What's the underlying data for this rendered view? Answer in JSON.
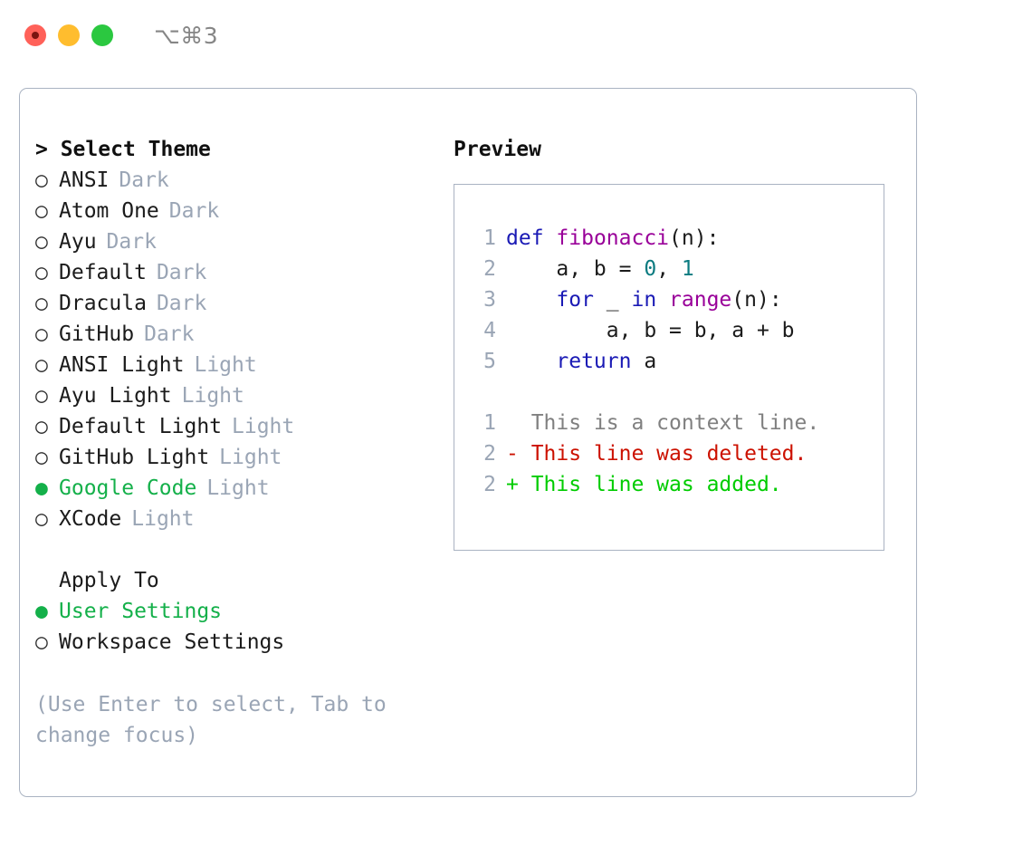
{
  "window": {
    "traffic_lights": [
      "close",
      "minimize",
      "zoom"
    ],
    "shortcut_label": "⌥⌘3"
  },
  "theme_section": {
    "title_prefix": "> ",
    "title": "Select Theme",
    "marker_unselected": "○",
    "marker_selected": "●",
    "items": [
      {
        "label": "ANSI",
        "badge": "Dark",
        "selected": false
      },
      {
        "label": "Atom One",
        "badge": "Dark",
        "selected": false
      },
      {
        "label": "Ayu",
        "badge": "Dark",
        "selected": false
      },
      {
        "label": "Default",
        "badge": "Dark",
        "selected": false
      },
      {
        "label": "Dracula",
        "badge": "Dark",
        "selected": false
      },
      {
        "label": "GitHub",
        "badge": "Dark",
        "selected": false
      },
      {
        "label": "ANSI Light",
        "badge": "Light",
        "selected": false
      },
      {
        "label": "Ayu Light",
        "badge": "Light",
        "selected": false
      },
      {
        "label": "Default Light",
        "badge": "Light",
        "selected": false
      },
      {
        "label": "GitHub Light",
        "badge": "Light",
        "selected": false
      },
      {
        "label": "Google Code",
        "badge": "Light",
        "selected": true
      },
      {
        "label": "XCode",
        "badge": "Light",
        "selected": false
      }
    ]
  },
  "apply_section": {
    "title": "Apply To",
    "items": [
      {
        "label": "User Settings",
        "selected": true
      },
      {
        "label": "Workspace Settings",
        "selected": false
      }
    ]
  },
  "hint": "(Use Enter to select, Tab to change focus)",
  "preview": {
    "title": "Preview",
    "code_lines": [
      {
        "no": "1",
        "tokens": [
          {
            "t": "def",
            "c": "kw"
          },
          {
            "t": " ",
            "c": "plain"
          },
          {
            "t": "fibonacci",
            "c": "fn"
          },
          {
            "t": "(n):",
            "c": "plain"
          }
        ]
      },
      {
        "no": "2",
        "tokens": [
          {
            "t": "    a, b = ",
            "c": "plain"
          },
          {
            "t": "0",
            "c": "num"
          },
          {
            "t": ", ",
            "c": "plain"
          },
          {
            "t": "1",
            "c": "num"
          }
        ]
      },
      {
        "no": "3",
        "tokens": [
          {
            "t": "    ",
            "c": "plain"
          },
          {
            "t": "for",
            "c": "kw"
          },
          {
            "t": " _ ",
            "c": "plain"
          },
          {
            "t": "in",
            "c": "kw"
          },
          {
            "t": " ",
            "c": "plain"
          },
          {
            "t": "range",
            "c": "fn"
          },
          {
            "t": "(n):",
            "c": "plain"
          }
        ]
      },
      {
        "no": "4",
        "tokens": [
          {
            "t": "        a, b = b, a + b",
            "c": "plain"
          }
        ]
      },
      {
        "no": "5",
        "tokens": [
          {
            "t": "    ",
            "c": "plain"
          },
          {
            "t": "return",
            "c": "kw"
          },
          {
            "t": " a",
            "c": "plain"
          }
        ]
      }
    ],
    "diff_lines": [
      {
        "no": "1",
        "sign": " ",
        "text": "This is a context line.",
        "kind": "ctx"
      },
      {
        "no": "2",
        "sign": "-",
        "text": "This line was deleted.",
        "kind": "del"
      },
      {
        "no": "2",
        "sign": "+",
        "text": "This line was added.",
        "kind": "add"
      }
    ]
  },
  "colors": {
    "accent_green": "#14b04a",
    "badge_gray": "#9aa5b5",
    "border": "#aab3c2",
    "keyword_blue": "#1a1ab5",
    "function_purple": "#990099",
    "number_teal": "#0b7b80",
    "diff_delete": "#cc1100",
    "diff_add": "#00cc00",
    "diff_context": "#808080",
    "light_red": "#ff6159",
    "light_yellow": "#ffbd2e",
    "light_green": "#2bc840"
  }
}
